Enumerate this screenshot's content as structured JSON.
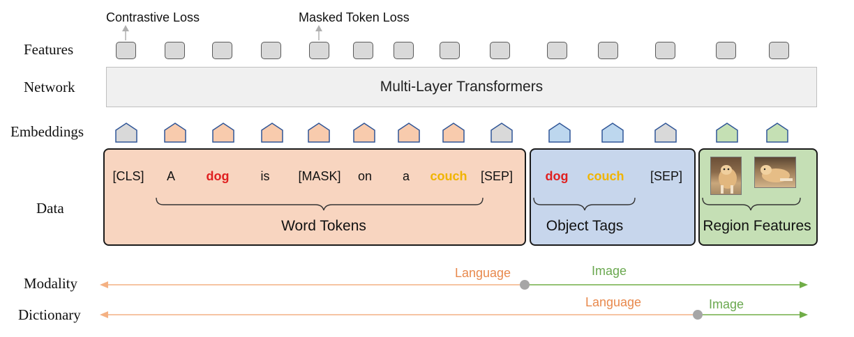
{
  "row_labels": {
    "features": "Features",
    "network": "Network",
    "embeddings": "Embeddings",
    "data": "Data",
    "modality": "Modality",
    "dictionary": "Dictionary"
  },
  "losses": {
    "contrastive": "Contrastive Loss",
    "masked": "Masked Token Loss"
  },
  "network_label": "Multi-Layer Transformers",
  "tokens": {
    "cls": "[CLS]",
    "a1": "A",
    "dog1": "dog",
    "is": "is",
    "mask": "[MASK]",
    "on": "on",
    "a2": "a",
    "couch1": "couch",
    "sep1": "[SEP]",
    "dog2": "dog",
    "couch2": "couch",
    "sep2": "[SEP]"
  },
  "groups": {
    "word_tokens": "Word Tokens",
    "object_tags": "Object Tags",
    "region_features": "Region Features"
  },
  "modality": {
    "language": "Language",
    "image": "Image"
  },
  "dictionary": {
    "language": "Language",
    "image": "Image"
  },
  "colors": {
    "word_fill": "#f8d5c0",
    "tag_fill": "#c7d6ec",
    "region_fill": "#c5dfb5",
    "feature_fill": "#d9d9d9",
    "embed_gray": "#d9d9d9",
    "embed_peach": "#f8cbad",
    "embed_blue": "#bdd7ee",
    "embed_green": "#c5e0b4",
    "language_orange": "#e8894d",
    "image_green": "#6aa84f",
    "highlight_red": "#e02020",
    "highlight_gold": "#f0b400"
  }
}
